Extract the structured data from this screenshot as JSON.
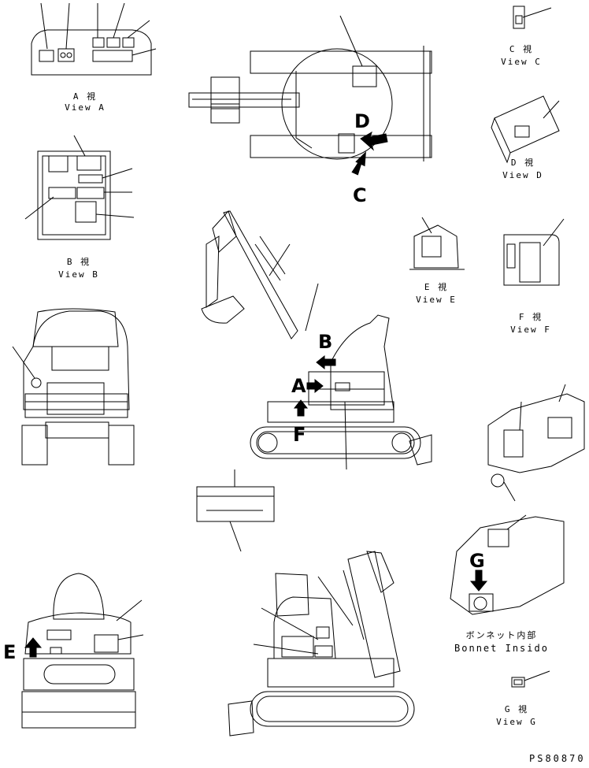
{
  "views": {
    "a": {
      "kanji": "A 視",
      "english": "View A"
    },
    "b": {
      "kanji": "B 視",
      "english": "View B"
    },
    "c": {
      "kanji": "C 視",
      "english": "View C"
    },
    "d": {
      "kanji": "D 視",
      "english": "View D"
    },
    "e": {
      "kanji": "E 視",
      "english": "View E"
    },
    "f": {
      "kanji": "F 視",
      "english": "View F"
    },
    "g": {
      "kanji": "G 視",
      "english": "View G"
    }
  },
  "bonnet": {
    "japanese": "ボンネット内部",
    "english": "Bonnet Insido"
  },
  "markers": {
    "a": "A",
    "b": "B",
    "c": "C",
    "d": "D",
    "e": "E",
    "f": "F",
    "g": "G"
  },
  "drawing_code": "PS80870"
}
